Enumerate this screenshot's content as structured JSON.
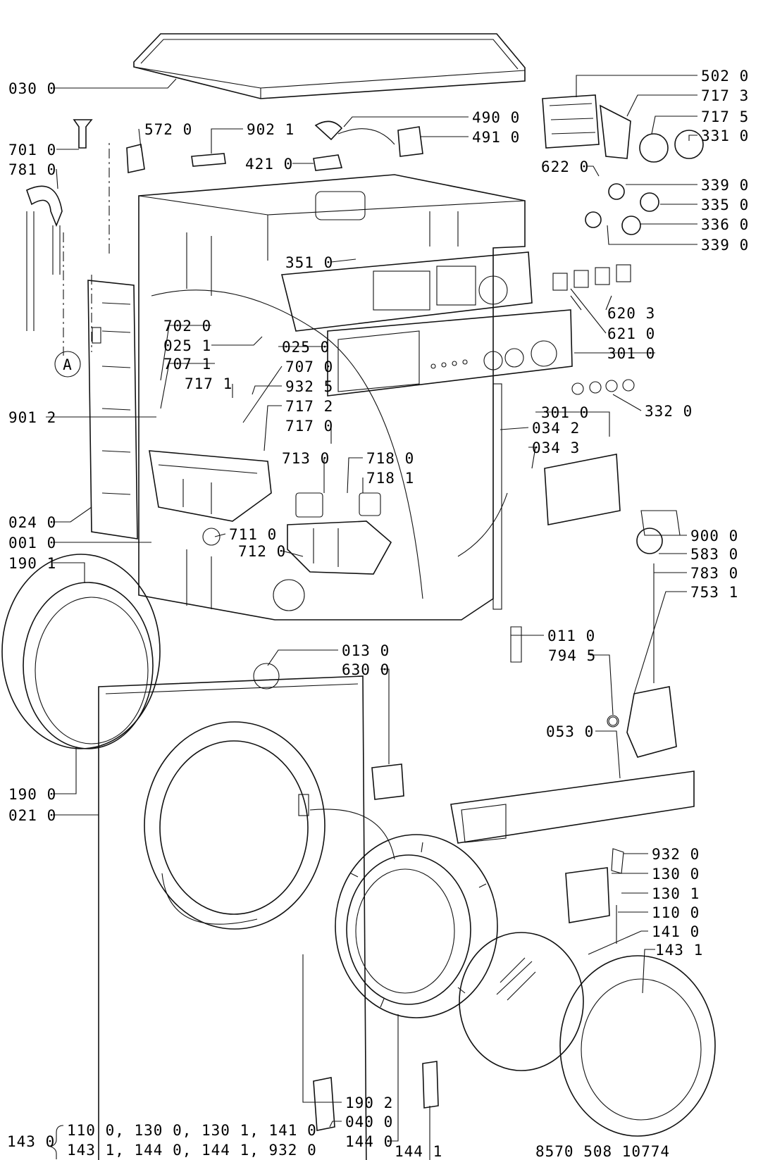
{
  "diagram": {
    "callouts": [
      "030 0",
      "701 0",
      "781 0",
      "572 0",
      "902 1",
      "421 0",
      "490 0",
      "491 0",
      "502 0",
      "717 3",
      "717 5",
      "331 0",
      "622 0",
      "339 0",
      "335 0",
      "336 0",
      "339 0",
      "351 0",
      "620 3",
      "621 0",
      "702 0",
      "025 1",
      "025 0",
      "301 0",
      "707 1",
      "707 0",
      "717 1",
      "932 5",
      "901 2",
      "717 2",
      "717 0",
      "332 0",
      "301 0",
      "034 2",
      "034 3",
      "713 0",
      "718 0",
      "718 1",
      "024 0",
      "711 0",
      "001 0",
      "712 0",
      "900 0",
      "583 0",
      "190 1",
      "783 0",
      "753 1",
      "011 0",
      "013 0",
      "794 5",
      "630 0",
      "053 0",
      "190 0",
      "021 0",
      "932 0",
      "130 0",
      "130 1",
      "110 0",
      "141 0",
      "143 1",
      "190 2",
      "040 0",
      "144 0",
      "144 1"
    ],
    "circle_marker": "A",
    "kit": {
      "label": "143 0",
      "line1": "110 0,  130 0,  130 1,  141 0",
      "line2": "143 1,  144 0,  144 1,  932 0"
    },
    "document_number": "8570 508 10774"
  }
}
